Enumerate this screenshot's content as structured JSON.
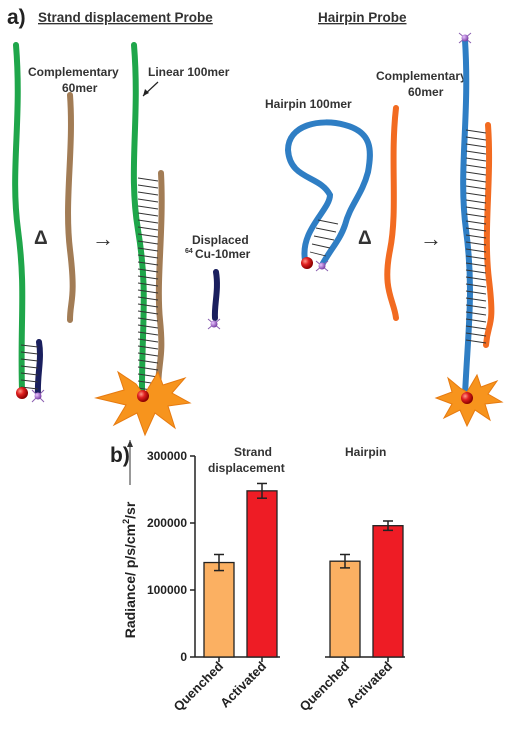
{
  "panel_a": {
    "label": "a)",
    "left_title": "Strand displacement Probe",
    "right_title": "Hairpin Probe",
    "complementary_left": [
      "Complementary",
      "60mer"
    ],
    "linear_label": "Linear 100mer",
    "displaced_label": [
      "Displaced",
      "64",
      "Cu-10mer"
    ],
    "hairpin_label": "Hairpin 100mer",
    "complementary_right": [
      "Complementary",
      "60mer"
    ],
    "delta_symbol": "Δ",
    "arrow_symbol": "→"
  },
  "panel_b": {
    "label": "b)",
    "group_labels": [
      [
        "Strand",
        "displacement"
      ],
      [
        "Hairpin"
      ]
    ],
    "ylabel_main": "Radiance/ p/s/cm",
    "ylabel_sup": "2",
    "ylabel_end": "/sr"
  },
  "colors": {
    "green": "#1fa64a",
    "brown": "#a27c55",
    "navy": "#1a1f5e",
    "blue": "#2f7ec4",
    "orange": "#f26b21",
    "quenched": "#fbb062",
    "activated": "#ee1c25",
    "star": "#f7941d"
  },
  "chart_data": {
    "type": "bar",
    "categories": [
      "Quenched",
      "Activated",
      "Quenched",
      "Activated"
    ],
    "groups": [
      "Strand displacement",
      "Hairpin"
    ],
    "values": [
      141000,
      248000,
      143000,
      196000
    ],
    "errors": [
      12000,
      11000,
      10000,
      7000
    ],
    "bar_colors": [
      "#fbb062",
      "#ee1c25",
      "#fbb062",
      "#ee1c25"
    ],
    "ylim": [
      0,
      300000
    ],
    "yticks": [
      "0",
      "100000",
      "200000",
      "300000"
    ],
    "ylabel": "Radiance/ p/s/cm2/sr"
  }
}
